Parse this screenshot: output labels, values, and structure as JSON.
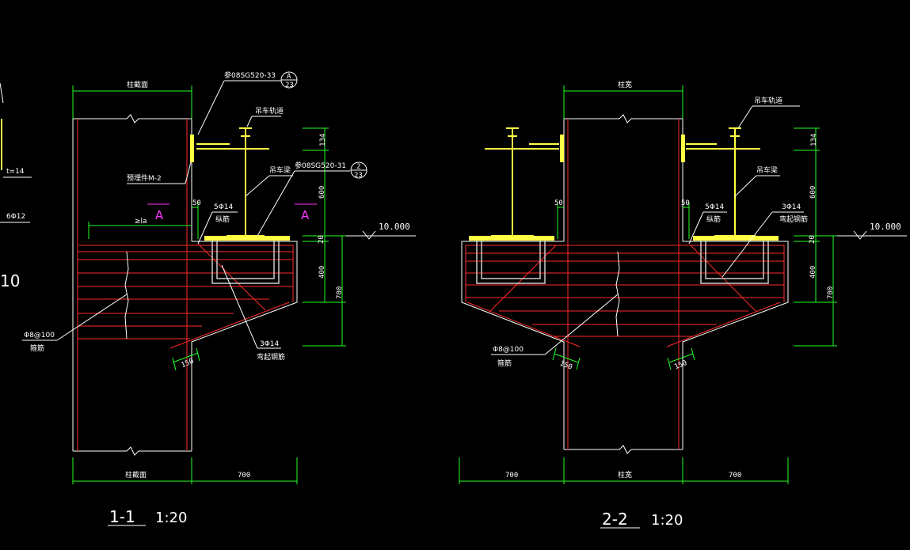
{
  "section_1": {
    "title": "1-1",
    "scale": "1:20",
    "top_width_label": "柱截面",
    "bottom_width_label": "柱截面",
    "bottom_right_dim": "700",
    "ref_top": "参08SG520-33",
    "ref_top_bubble_top": "A",
    "ref_top_bubble_bottom": "23",
    "ref_mid": "参08SG520-31",
    "ref_mid_bubble_top": "2",
    "ref_mid_bubble_bottom": "23",
    "rail_label": "吊车轨道",
    "beam_label": "吊车梁",
    "embed_label": "预埋件M-2",
    "gap_dim": "50",
    "top_bars_qty": "5Φ14",
    "top_bars_name": "纵筋",
    "bent_bars_qty": "3Φ14",
    "bent_bars_name": "弯起钢筋",
    "stirrup_qty": "Φ8@100",
    "stirrup_name": "箍筋",
    "anchor_label": "≥la",
    "section_mark_left": "A",
    "section_mark_right": "A",
    "elevation": "10.000",
    "dim_top": "134",
    "dim_mid": "600",
    "dim_pad": "20",
    "dim_bracket": "400",
    "dim_total": "700",
    "slope_dim": "150"
  },
  "section_2": {
    "title": "2-2",
    "scale": "1:20",
    "top_width_label": "柱宽",
    "bottom_width_label": "柱宽",
    "bottom_left_dim": "700",
    "bottom_right_dim": "700",
    "rail_label": "吊车轨道",
    "beam_label": "吊车梁",
    "gap_dim_left": "50",
    "gap_dim_right": "50",
    "top_bars_qty": "5Φ14",
    "top_bars_name": "纵筋",
    "bent_bars_qty": "3Φ14",
    "bent_bars_name": "弯起钢筋",
    "stirrup_qty": "Φ8@100",
    "stirrup_name": "箍筋",
    "elevation": "10.000",
    "dim_top": "134",
    "dim_mid": "600",
    "dim_pad": "20",
    "dim_bracket": "400",
    "dim_total": "700",
    "slope_dim_left": "150",
    "slope_dim_right": "150"
  },
  "left_edge": {
    "text_t": "t=14",
    "text_bars": "6Φ12",
    "text_num": "10"
  }
}
